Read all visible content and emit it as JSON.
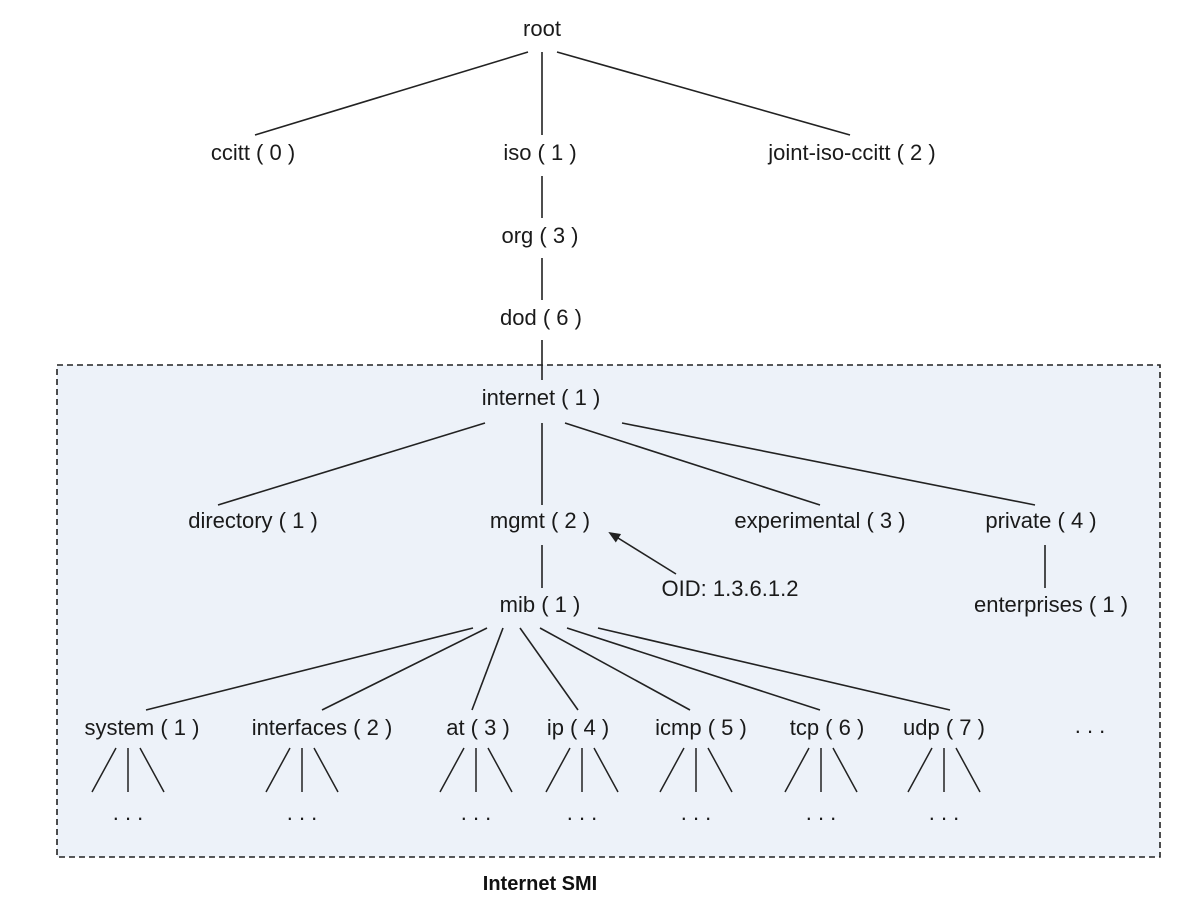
{
  "diagram": {
    "colors": {
      "region_fill": "#edf2f9",
      "region_border": "#222222",
      "line": "#222222",
      "text": "#1a1a1a"
    },
    "nodes": {
      "root": "root",
      "ccitt": "ccitt ( 0 )",
      "iso": "iso ( 1 )",
      "joint_iso_ccitt": "joint-iso-ccitt ( 2 )",
      "org": "org ( 3 )",
      "dod": "dod ( 6 )",
      "internet": "internet ( 1 )",
      "directory": "directory ( 1 )",
      "mgmt": "mgmt ( 2 )",
      "experimental": "experimental ( 3 )",
      "private": "private ( 4 )",
      "mib": "mib ( 1 )",
      "enterprises": "enterprises ( 1 )",
      "system": "system ( 1 )",
      "interfaces": "interfaces ( 2 )",
      "at": "at ( 3 )",
      "ip": "ip ( 4 )",
      "icmp": "icmp ( 5 )",
      "tcp": "tcp ( 6 )",
      "udp": "udp ( 7 )",
      "more_groups": ". . ."
    },
    "annotation": {
      "oid": "OID: 1.3.6.1.2"
    },
    "continuation": ". . .",
    "caption": "Internet SMI"
  }
}
